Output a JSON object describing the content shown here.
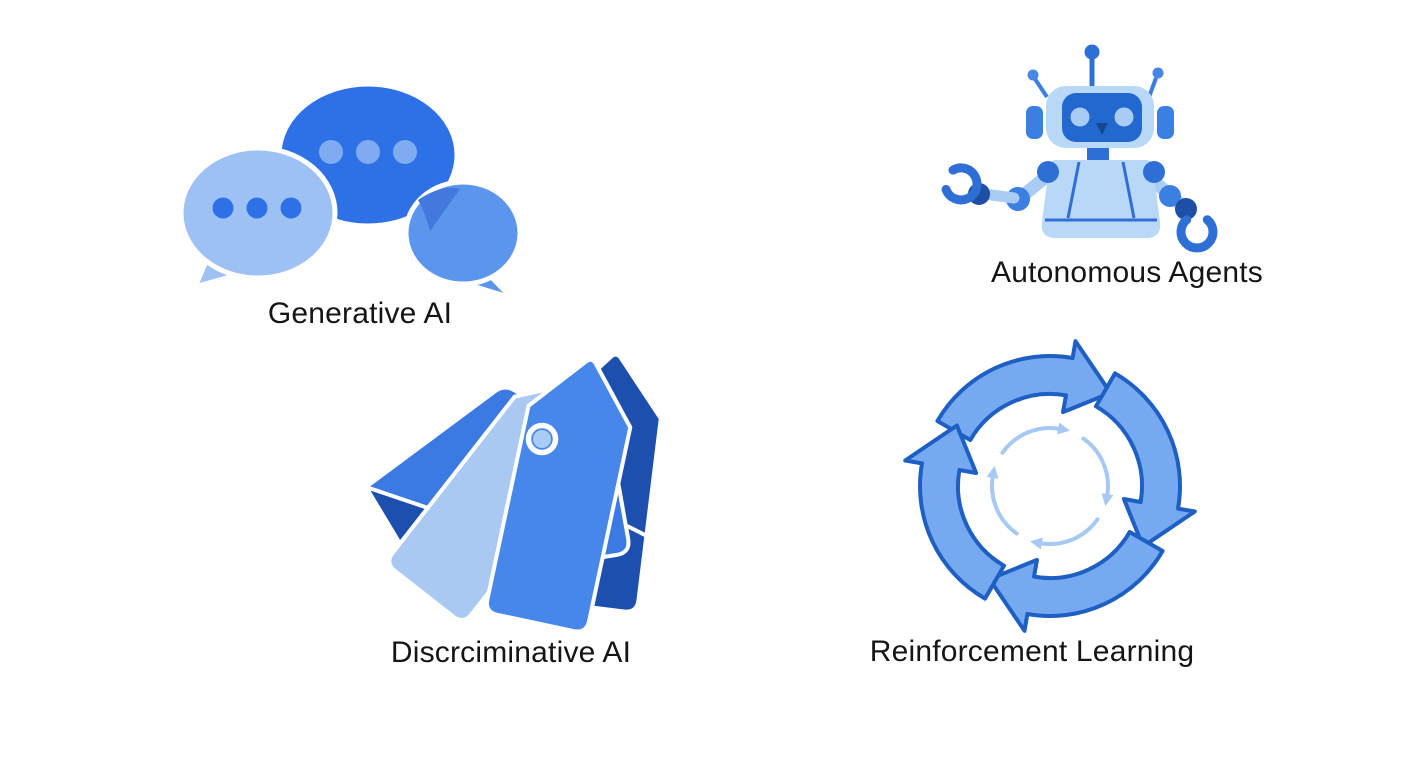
{
  "page": {
    "background": "#ffffff"
  },
  "palette": {
    "blue_strong": "#2E71E7",
    "blue_medium": "#4887EA",
    "blue_soft": "#76A9EF",
    "blue_light": "#A9C9F2",
    "blue_pale": "#B9D7F7",
    "blue_navy": "#1D50AE",
    "blue_outline": "#1E5FC4",
    "text": "#151515"
  },
  "items": [
    {
      "label": "Generative AI",
      "icon": "chat-bubbles-icon"
    },
    {
      "label": "Autonomous Agents",
      "icon": "robot-icon"
    },
    {
      "label": "Discrciminative AI",
      "icon": "price-tags-icon"
    },
    {
      "label": "Reinforcement Learning",
      "icon": "cycle-arrows-icon"
    }
  ]
}
